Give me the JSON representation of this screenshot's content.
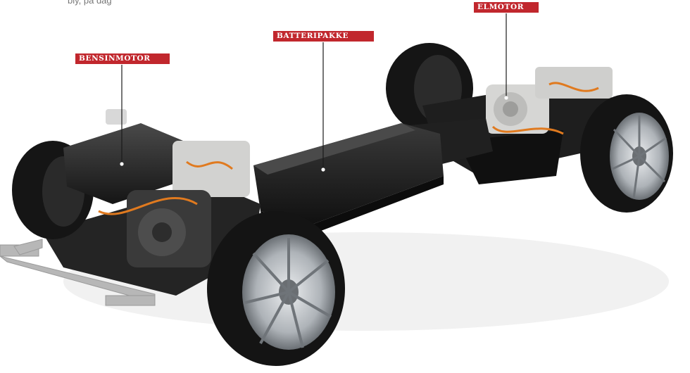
{
  "caption": "bly, på dag",
  "callouts": {
    "engine": "BENSINMOTOR",
    "battery": "BATTERIPAKKE",
    "motor": "ELMOTOR"
  },
  "colors": {
    "label_bg": "#c1272d",
    "leader_line": "#1a1a1a",
    "frame": "#b7b7b7",
    "tire": "#141414",
    "rim": "#bfc3c7",
    "body": "#1c1c1c",
    "cable": "#e07a1f",
    "housing": "#d6d6d4"
  }
}
